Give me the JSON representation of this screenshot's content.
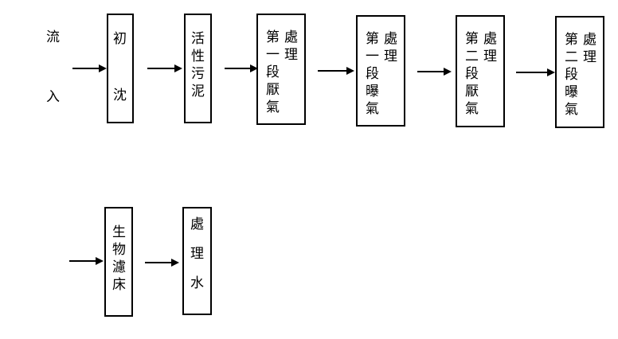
{
  "flow_label": {
    "line1": "流",
    "line2": "入"
  },
  "boxes": {
    "b1": {
      "col1": [
        "初",
        "",
        "沈"
      ]
    },
    "b2": {
      "col1": [
        "活",
        "性",
        "污",
        "泥"
      ]
    },
    "b3": {
      "col1": [
        "第",
        "一",
        "段",
        "厭",
        "氣"
      ],
      "col2": [
        "處",
        "理"
      ]
    },
    "b4": {
      "col1": [
        "第",
        "一",
        "段",
        "曝",
        "氣"
      ],
      "col2": [
        "處",
        "理"
      ]
    },
    "b5": {
      "col1": [
        "第",
        "二",
        "段",
        "厭",
        "氣"
      ],
      "col2": [
        "處",
        "理"
      ]
    },
    "b6": {
      "col1": [
        "第",
        "二",
        "段",
        "曝",
        "氣"
      ],
      "col2": [
        "處",
        "理"
      ]
    },
    "b7": {
      "col1": [
        "生",
        "物",
        "濾",
        "床"
      ]
    },
    "b8": {
      "col1": [
        "處",
        "",
        "理",
        "",
        "水"
      ]
    }
  }
}
